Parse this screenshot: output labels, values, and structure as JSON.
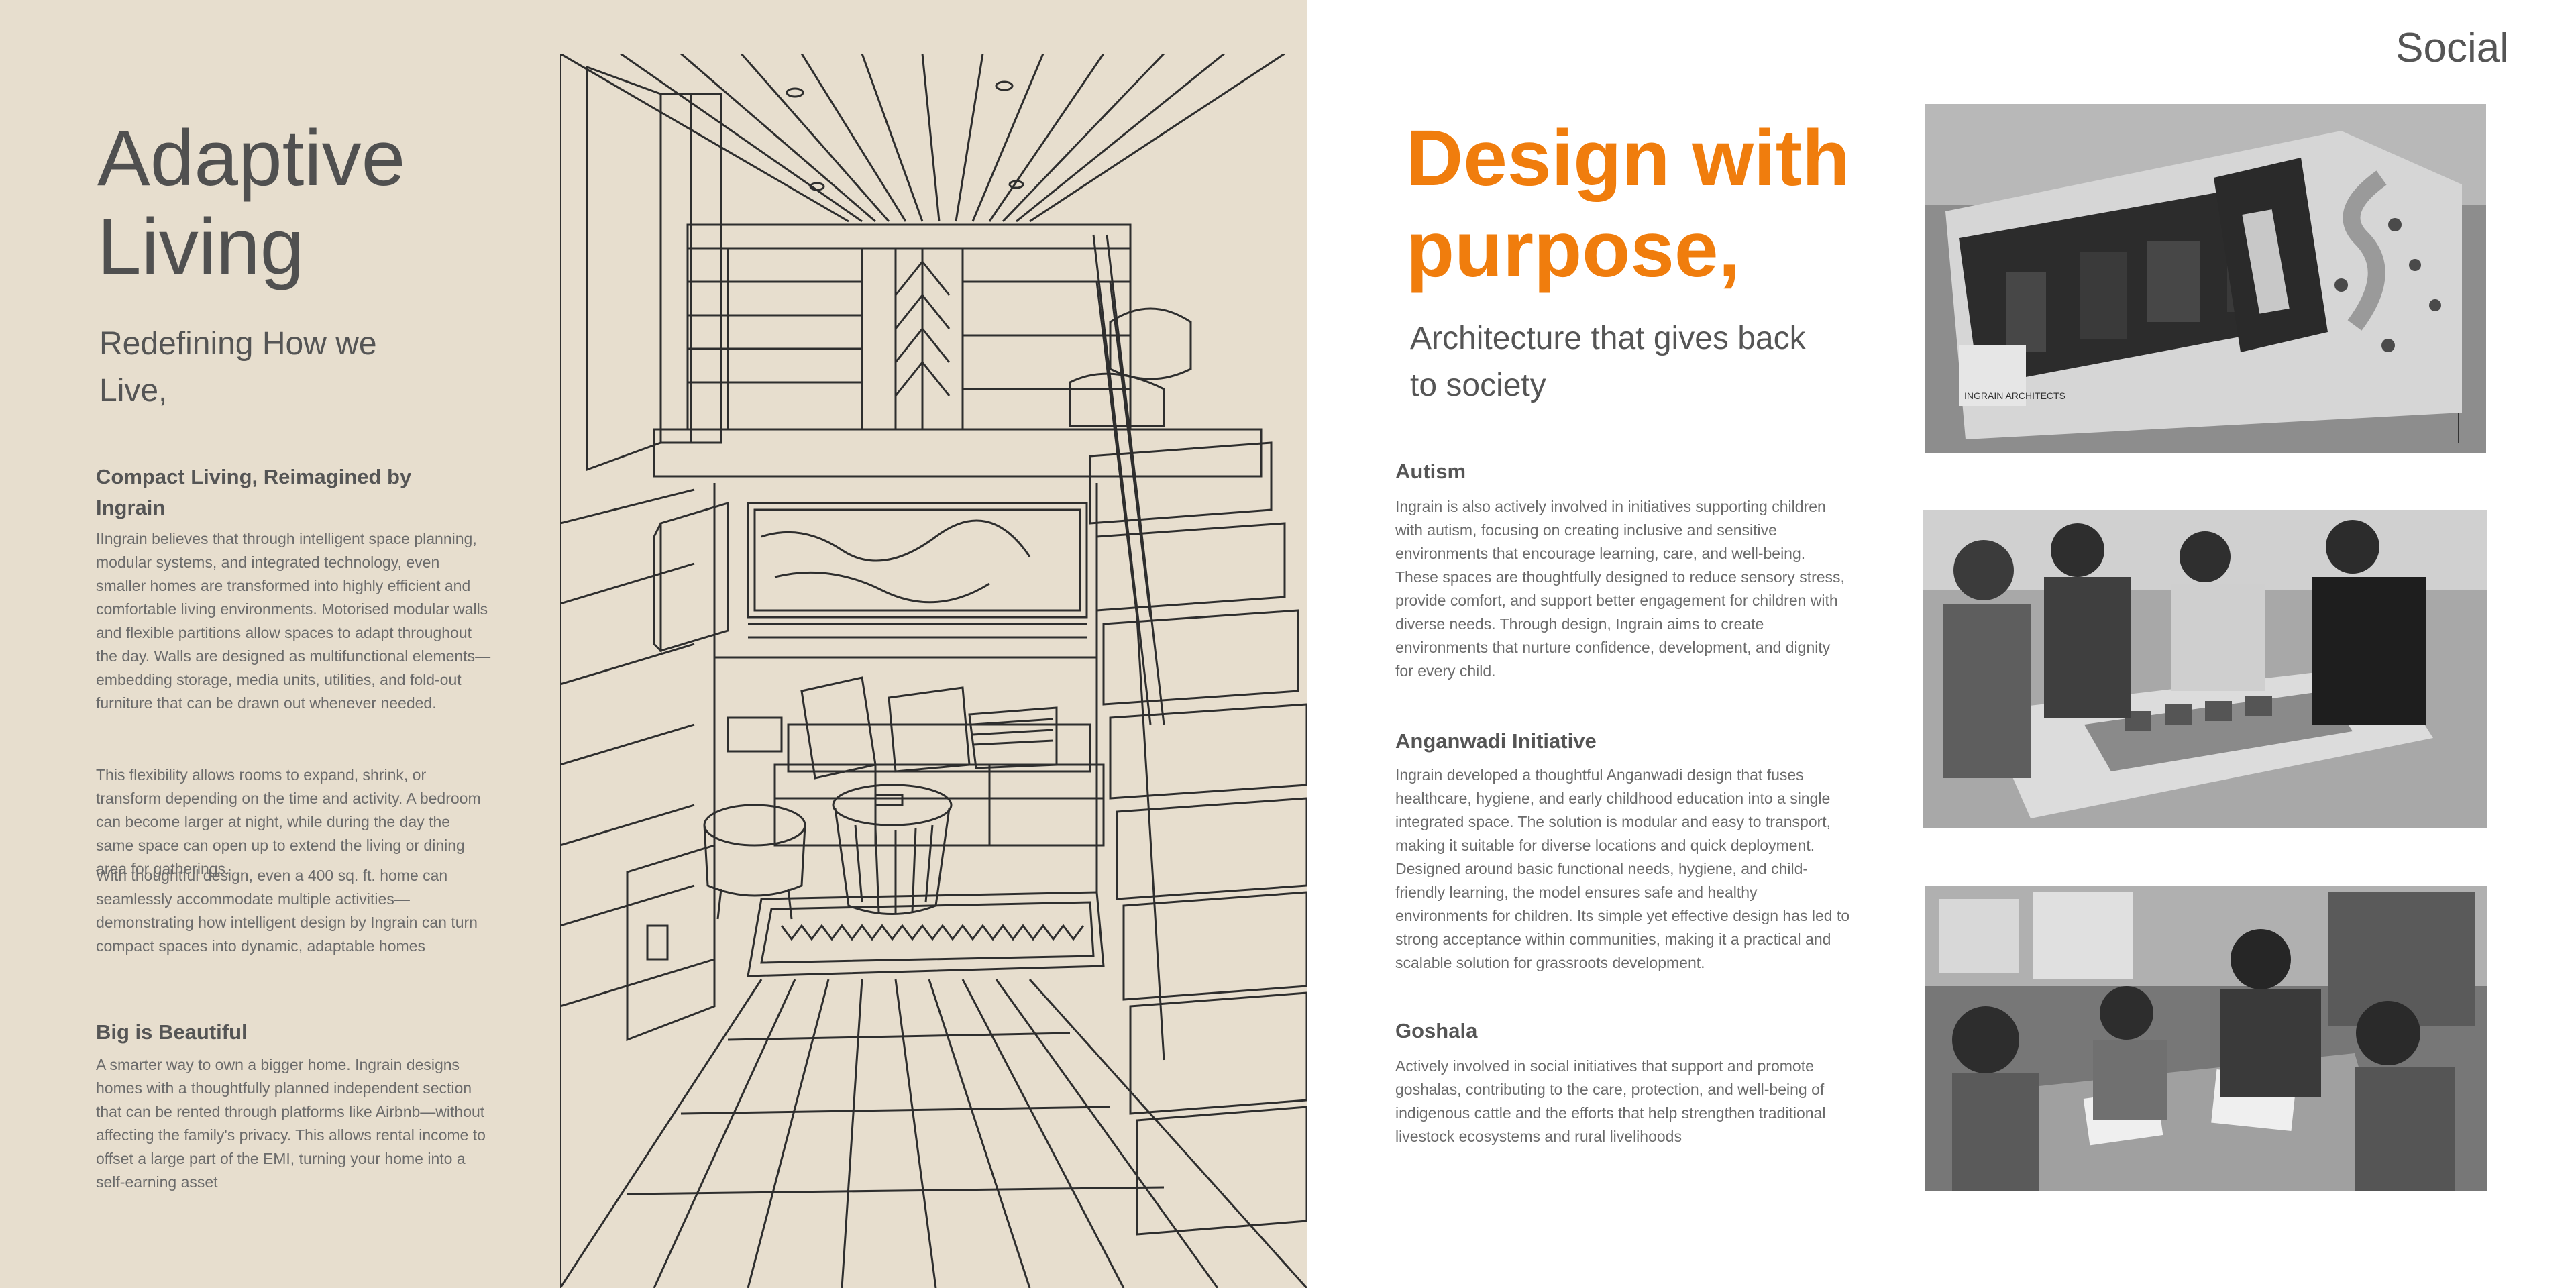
{
  "left": {
    "title": "Adaptive Living",
    "subtitle": "Redefining How we Live,",
    "section1": {
      "heading": "Compact Living, Reimagined by Ingrain",
      "paragraphs": [
        "IIngrain believes that through intelligent space planning, modular systems, and integrated technology, even smaller homes are transformed into highly efficient and comfortable living environments. Motorised modular walls and flexible partitions allow spaces to adapt throughout the day. Walls are designed as multifunctional elements—embedding storage, media units, utilities, and fold-out furniture that can be drawn out whenever needed.",
        "This flexibility allows rooms to expand, shrink, or transform depending on the time and activity. A bedroom can become larger at night, while during the day the same space can open up to extend the living or dining area for gatherings.",
        "With thoughtful design, even a 400 sq. ft. home can seamlessly accommodate multiple activities—demonstrating how intelligent design by Ingrain can turn compact spaces into dynamic, adaptable homes"
      ]
    },
    "section2": {
      "heading": "Big is Beautiful",
      "paragraph": "A smarter way to own a bigger home. Ingrain designs homes with a thoughtfully planned independent section that can be rented through platforms like Airbnb—without affecting the family's privacy. This allows rental income to offset a large part of the EMI, turning your home into a self-earning asset"
    }
  },
  "right": {
    "label": "Social",
    "title": "Design with purpose,",
    "subtitle": "Architecture that gives back to society",
    "sections": [
      {
        "heading": "Autism",
        "paragraph": "Ingrain is also actively involved in initiatives supporting children with autism, focusing on creating inclusive and sensitive environments that encourage learning, care, and well-being. These spaces are thoughtfully designed to reduce sensory stress, provide comfort, and support better engagement for children with diverse needs. Through design, Ingrain aims to create environments that nurture confidence, development, and dignity for every child."
      },
      {
        "heading": "Anganwadi Initiative",
        "paragraph": "Ingrain developed a thoughtful Anganwadi design that fuses healthcare, hygiene, and early childhood education into a single integrated space. The solution is modular and easy to transport, making it suitable for diverse locations and quick deployment. Designed around basic functional needs, hygiene, and child-friendly learning, the model ensures safe and healthy environments for children. Its simple yet effective design has led to strong acceptance within communities, making it a practical and scalable solution for grassroots development."
      },
      {
        "heading": "Goshala",
        "paragraph": "Actively involved in social initiatives that support and promote goshalas, contributing to the care, protection, and well-being of indigenous cattle and the efforts that help strengthen traditional livestock ecosystems and rural livelihoods"
      }
    ],
    "photo_model_text": "INGRAIN ARCHITECTS"
  },
  "colors": {
    "accent": "#f07d0d",
    "left_bg": "#e7dece",
    "text_dark": "#505050",
    "text_body": "#6b6b6b"
  }
}
